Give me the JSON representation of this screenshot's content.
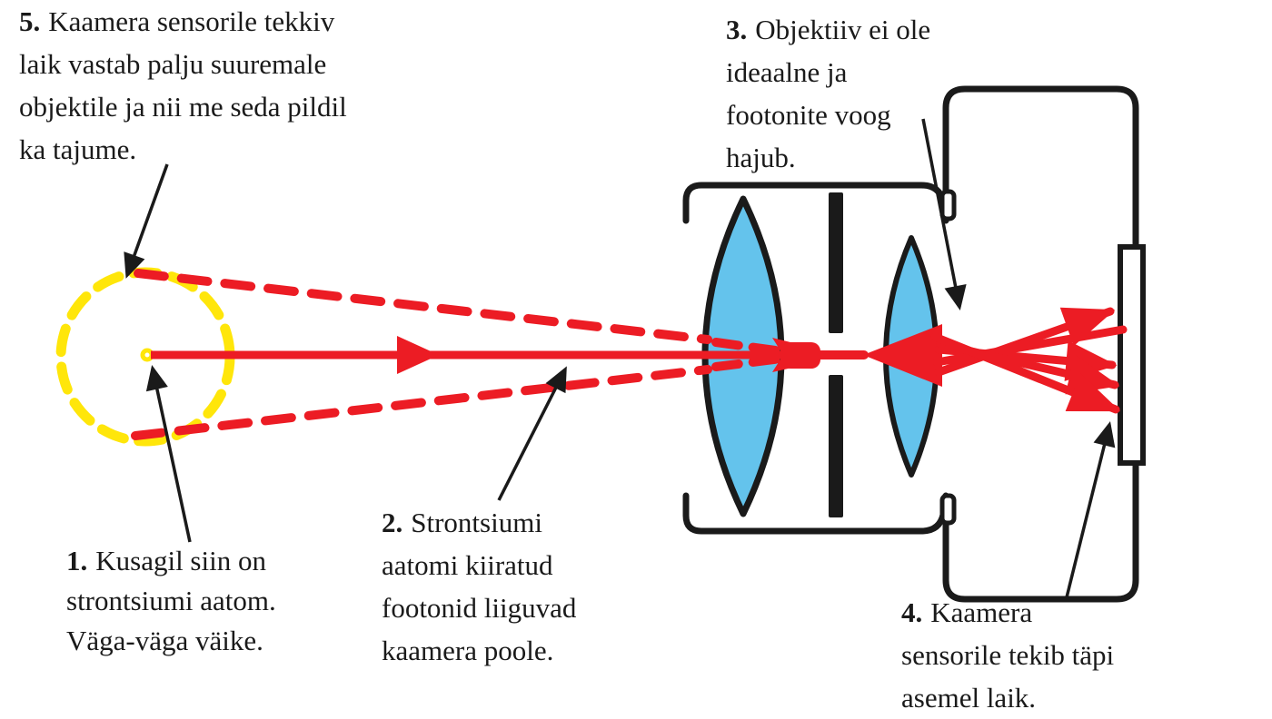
{
  "annotations": {
    "step1": {
      "num": "1.",
      "lines": [
        "Kusagil siin on",
        "strontsiumi aatom.",
        "Väga-väga väike."
      ]
    },
    "step2": {
      "num": "2.",
      "lines": [
        "Strontsiumi",
        "aatomi kiiratud",
        "footonid liiguvad",
        "kaamera poole."
      ]
    },
    "step3": {
      "num": "3.",
      "lines": [
        "Objektiiv ei ole",
        "ideaalne ja",
        "footonite voog",
        "hajub."
      ]
    },
    "step4": {
      "num": "4.",
      "lines": [
        "Kaamera",
        "sensorile tekib täpi",
        "asemel laik."
      ]
    },
    "step5": {
      "num": "5.",
      "lines": [
        "Kaamera sensorile tekkiv",
        "laik vastab palju suuremale",
        "objektile ja nii me seda pildil",
        "ka tajume."
      ]
    }
  },
  "colors": {
    "ray_red": "#EC1C24",
    "lens_blue": "#64C3EC",
    "atom_yellow": "#FFE60A",
    "ink": "#1A1A1A",
    "background": "#FFFFFF"
  }
}
